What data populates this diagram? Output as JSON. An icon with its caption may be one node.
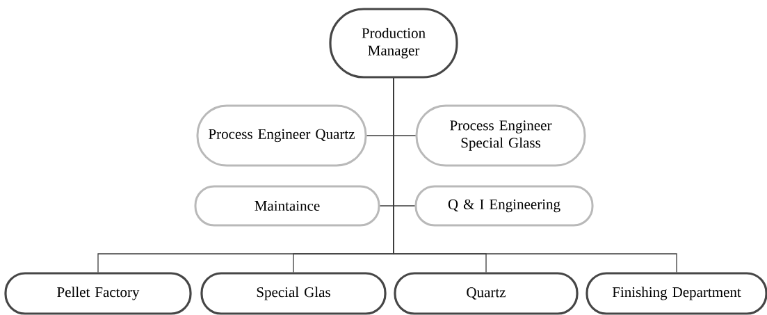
{
  "diagram": {
    "nodes": [
      {
        "text": [
          "Production Manager"
        ]
      },
      {
        "text": [
          "Process Engineer Quartz"
        ]
      },
      {
        "text": [
          "Process Engineer Special Glass"
        ]
      },
      {
        "text": [
          "Maintaince"
        ]
      },
      {
        "text": [
          "Q & I Engineering"
        ]
      },
      {
        "text": [
          "Pellet Factory"
        ]
      },
      {
        "text": [
          "Special Glas"
        ]
      },
      {
        "text": [
          "Quartz"
        ]
      },
      {
        "text": [
          "Finishing Department"
        ]
      }
    ],
    "edges": [
      {
        "from": 0,
        "to": 1,
        "arrow": "none"
      },
      {
        "from": 0,
        "to": 2,
        "arrow": "none"
      },
      {
        "from": 0,
        "to": 3,
        "arrow": "none"
      },
      {
        "from": 0,
        "to": 4,
        "arrow": "none"
      },
      {
        "from": 0,
        "to": 5,
        "arrow": "none"
      },
      {
        "from": 0,
        "to": 6,
        "arrow": "none"
      },
      {
        "from": 0,
        "to": 7,
        "arrow": "none"
      },
      {
        "from": 0,
        "to": 8,
        "arrow": "none"
      }
    ]
  }
}
